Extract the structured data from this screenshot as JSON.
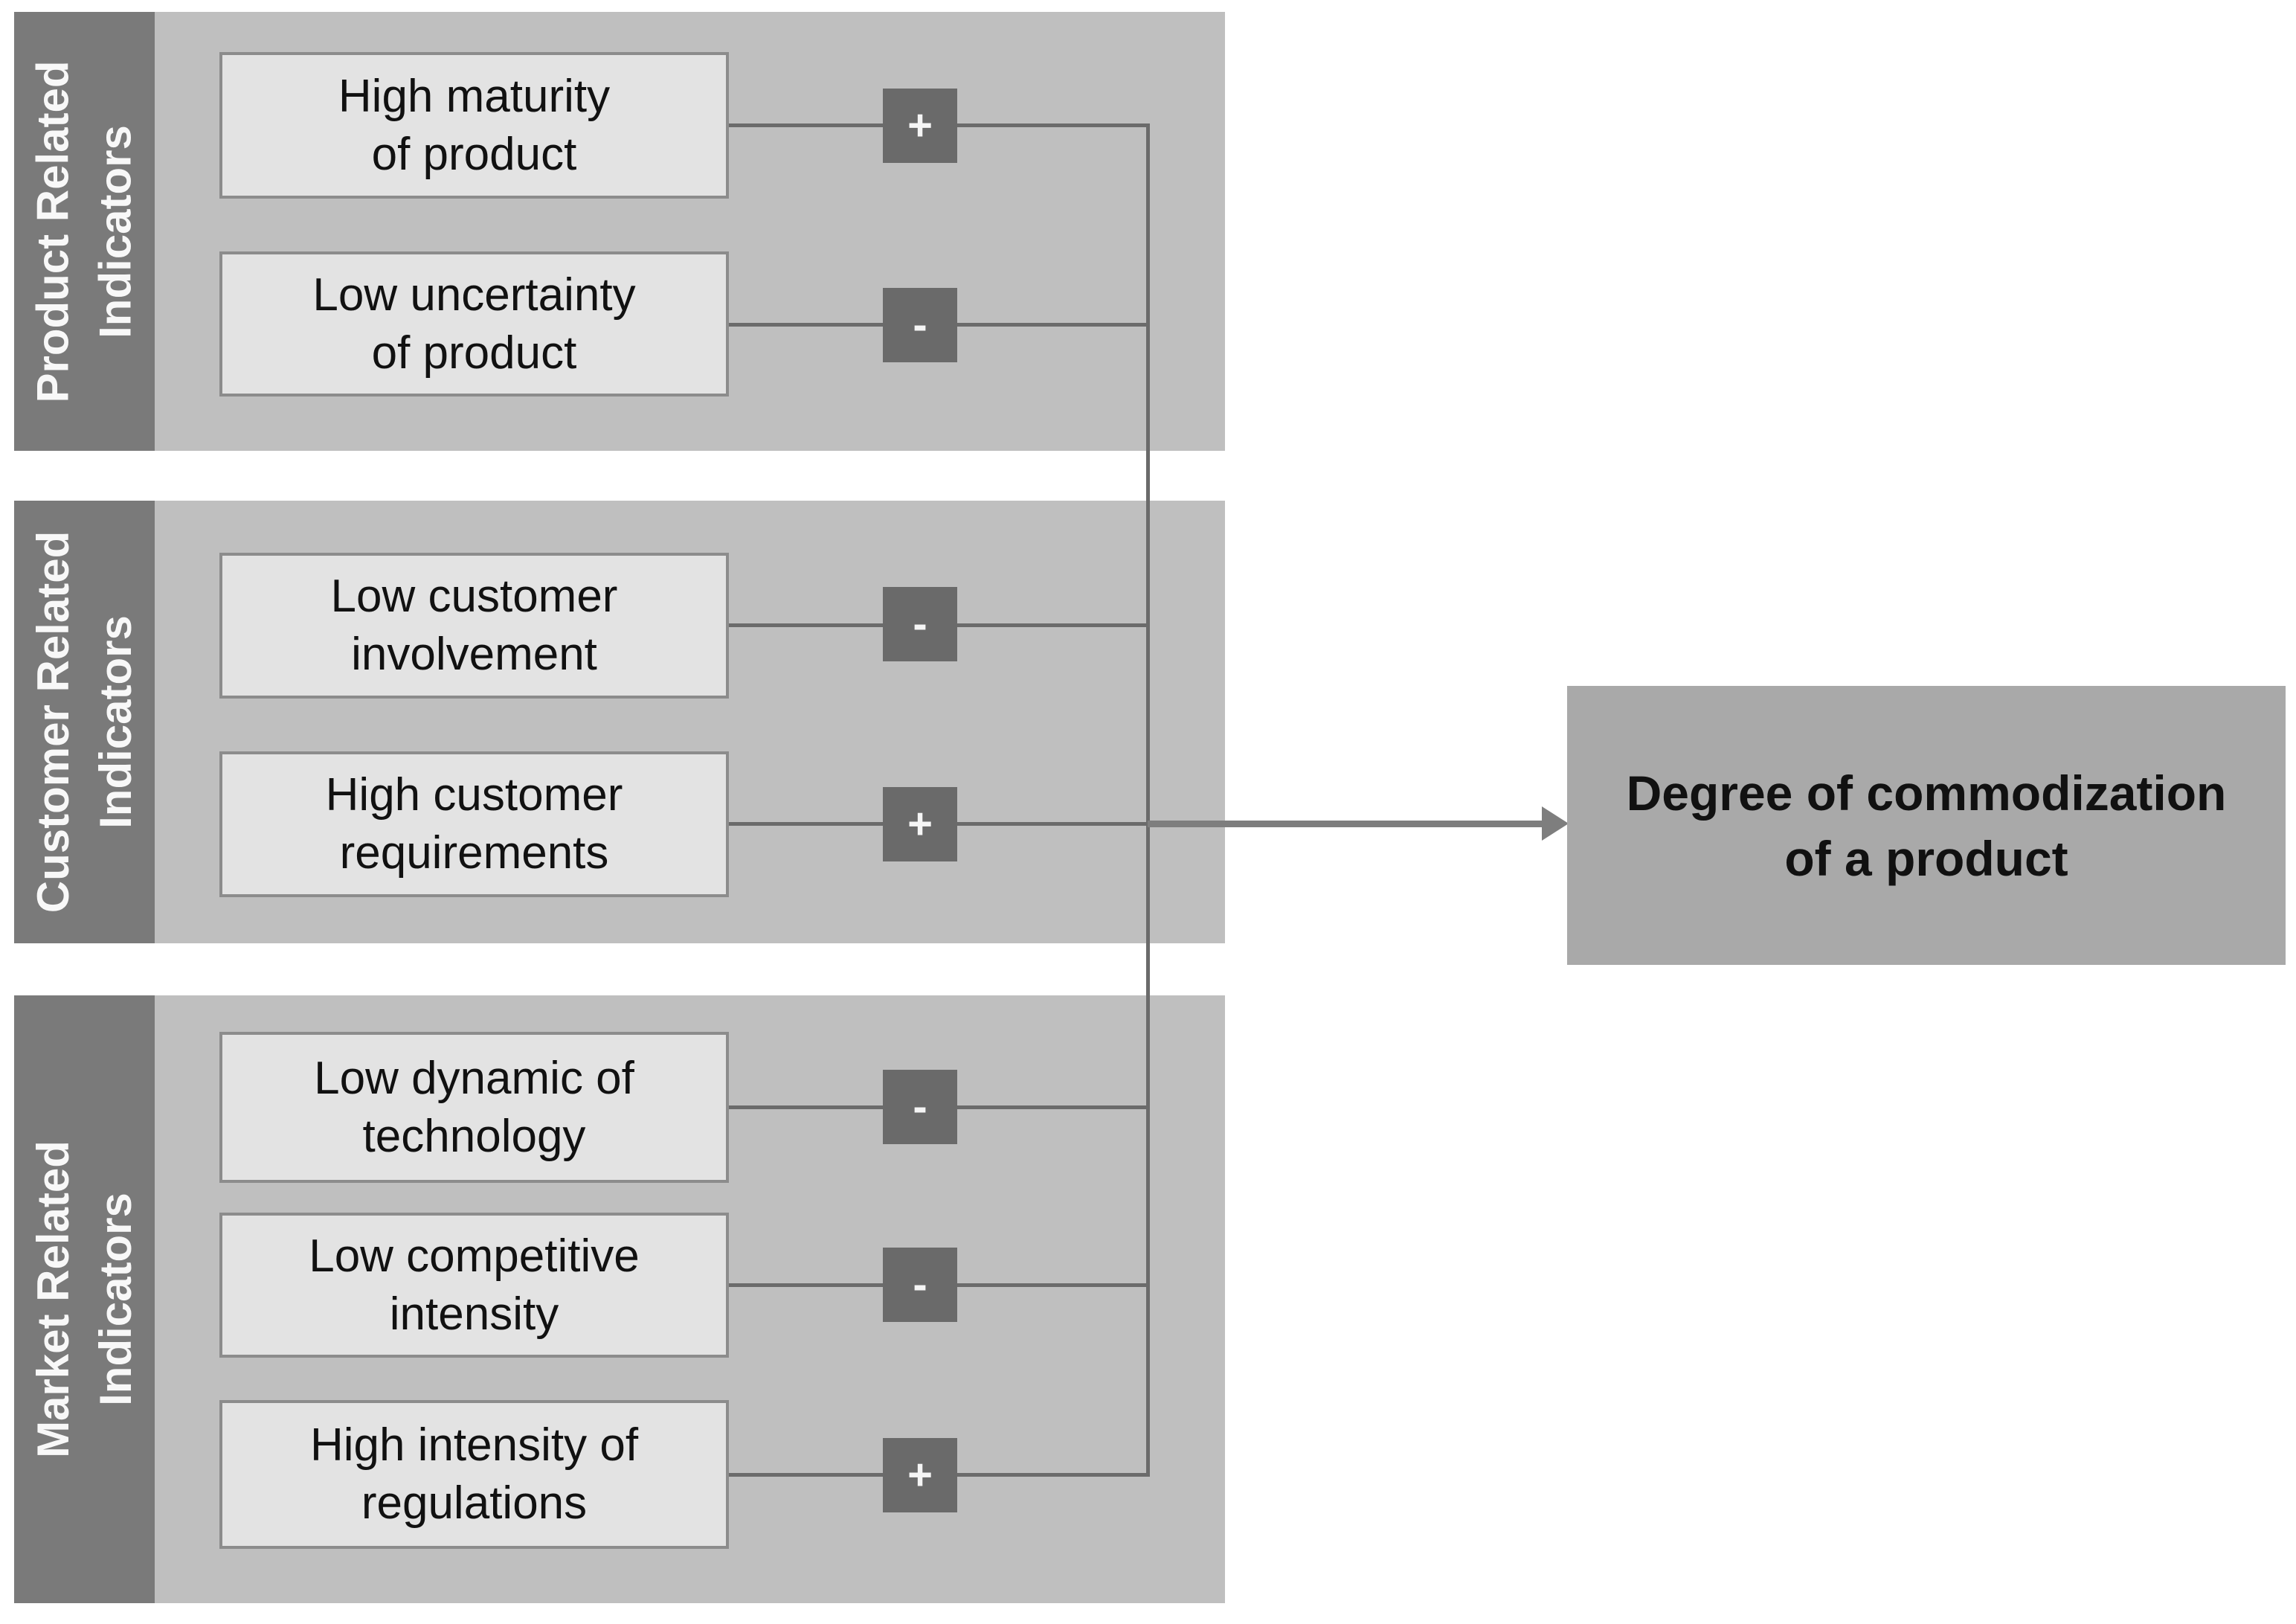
{
  "groups": [
    {
      "label_lines": [
        "Product Related",
        "Indicators"
      ],
      "indicators": [
        {
          "lines": [
            "High maturity",
            "of product"
          ],
          "sign": "+"
        },
        {
          "lines": [
            "Low uncertainty",
            "of product"
          ],
          "sign": "-"
        }
      ]
    },
    {
      "label_lines": [
        "Customer Related",
        "Indicators"
      ],
      "indicators": [
        {
          "lines": [
            "Low customer",
            "involvement"
          ],
          "sign": "-"
        },
        {
          "lines": [
            "High customer",
            "requirements"
          ],
          "sign": "+"
        }
      ]
    },
    {
      "label_lines": [
        "Market Related",
        "Indicators"
      ],
      "indicators": [
        {
          "lines": [
            "Low dynamic of",
            "technology"
          ],
          "sign": "-"
        },
        {
          "lines": [
            "Low competitive",
            "intensity"
          ],
          "sign": "-"
        },
        {
          "lines": [
            "High intensity of",
            "regulations"
          ],
          "sign": "+"
        }
      ]
    }
  ],
  "outcome": {
    "lines": [
      "Degree of commodization",
      "of a product"
    ]
  },
  "colors": {
    "page_bg": "#ffffff",
    "panel_bg": "#bfbfbf",
    "strip_bg": "#7a7a7a",
    "label_text": "#f8f8f8",
    "box_bg": "#e3e3e3",
    "box_border": "#8c8c8c",
    "line": "#6b6b6b",
    "square_bg": "#6a6a6a",
    "sign_text": "#f5f5f5",
    "arrow": "#7e7e7e",
    "outcome_bg": "#a9a9a9",
    "text_dark": "#111111"
  }
}
